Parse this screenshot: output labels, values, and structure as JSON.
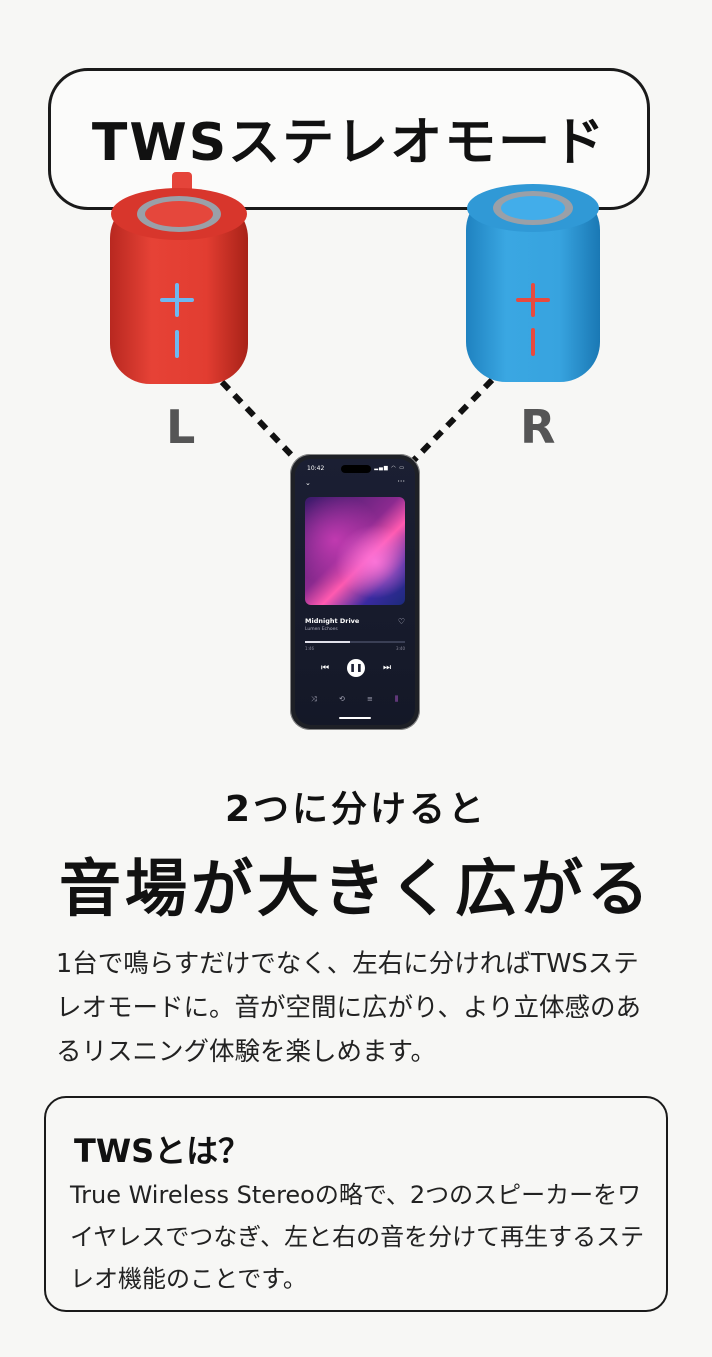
{
  "title": "TWSステレオモード",
  "speakers": {
    "left_label": "L",
    "right_label": "R",
    "colors": {
      "left_body": "#e43f33",
      "right_body": "#36a3df",
      "left_symbol": "#6fb8f0",
      "right_symbol": "#e84a3e"
    }
  },
  "phone": {
    "status_time": "10:42",
    "track_title": "Midnight Drive",
    "track_artist": "Lumen Echoes",
    "time_elapsed": "1:46",
    "time_total": "3:40",
    "progress": 0.45,
    "icons": [
      "chevron-down-icon",
      "more-icon",
      "heart-icon",
      "previous-icon",
      "pause-icon",
      "next-icon",
      "shuffle-icon",
      "repeat-icon",
      "queue-icon",
      "equalizer-icon"
    ]
  },
  "sub_heading": "2つに分けると",
  "main_heading": "音場が大きく広がる",
  "description": "1台で鳴らすだけでなく、左右に分ければTWSステレオモードに。音が空間に広がり、より立体感のあるリスニング体験を楽しめます。",
  "info": {
    "title": "TWSとは？",
    "body": "True Wireless Stereoの略で、2つのスピーカーをワイヤレスでつなぎ、左と右の音を分けて再生するステレオ機能のことです。"
  }
}
